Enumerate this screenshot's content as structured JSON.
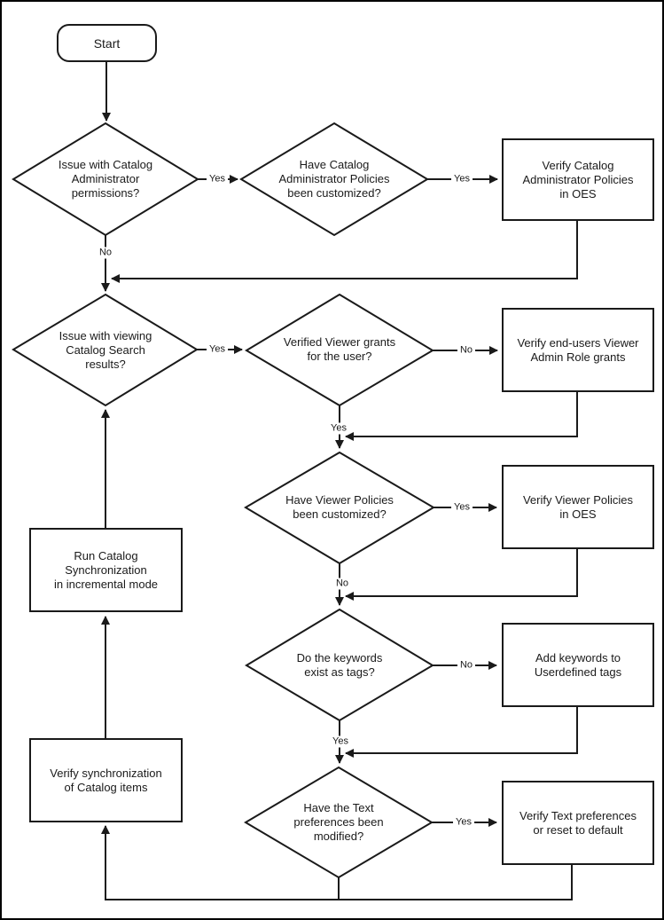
{
  "diagram": {
    "background": "#ffffff",
    "line_color": "#1a1a1a",
    "border_color": "#000000"
  },
  "nodes": {
    "start": {
      "label": "Start"
    },
    "issue_catalog_admin": {
      "label": "Issue with Catalog\nAdministrator\npermissions?"
    },
    "catalog_admin_policies": {
      "label": "Have Catalog\nAdministrator Policies\nbeen customized?"
    },
    "verify_catalog_admin_policies": {
      "label": "Verify Catalog\nAdministrator Policies\nin OES"
    },
    "issue_viewing_search": {
      "label": "Issue with viewing\nCatalog Search\nresults?"
    },
    "verified_viewer_grants": {
      "label": "Verified Viewer grants\nfor the user?"
    },
    "verify_end_users_grants": {
      "label": "Verify end-users Viewer\nAdmin Role grants"
    },
    "viewer_policies_customized": {
      "label": "Have Viewer Policies\nbeen customized?"
    },
    "verify_viewer_policies": {
      "label": "Verify Viewer Policies\nin OES"
    },
    "keywords_exist": {
      "label": "Do the keywords\nexist as tags?"
    },
    "add_keywords": {
      "label": "Add keywords to\nUserdefined tags"
    },
    "text_prefs_modified": {
      "label": "Have the Text\npreferences been\nmodified?"
    },
    "verify_text_prefs": {
      "label": "Verify Text preferences\nor reset to default"
    },
    "run_catalog_sync": {
      "label": "Run Catalog\nSynchronization\nin incremental mode"
    },
    "verify_sync_items": {
      "label": "Verify synchronization\nof Catalog items"
    }
  },
  "edge_labels": {
    "admin_yes": "Yes",
    "admin_no": "No",
    "policies_yes": "Yes",
    "viewing_yes": "Yes",
    "grants_no": "No",
    "grants_yes": "Yes",
    "viewer_policies_yes": "Yes",
    "viewer_policies_no": "No",
    "keywords_no": "No",
    "keywords_yes": "Yes",
    "text_prefs_yes": "Yes"
  }
}
